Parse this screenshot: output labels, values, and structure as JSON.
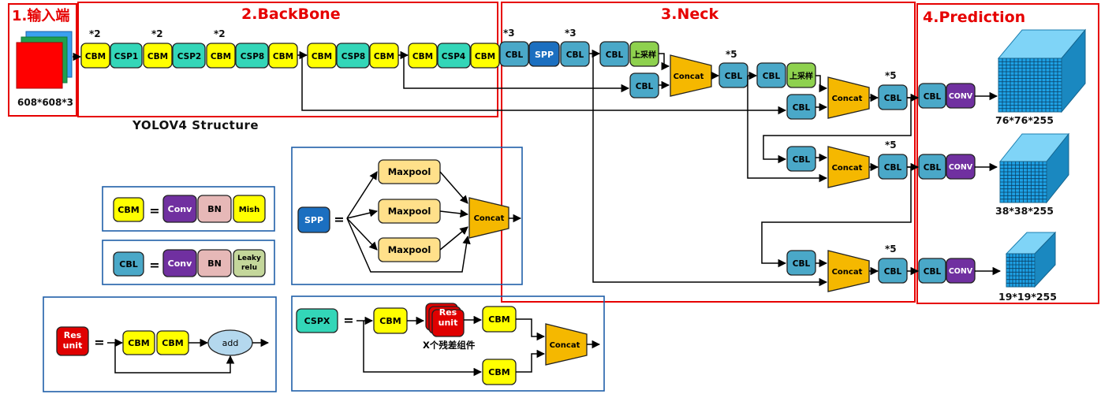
{
  "sections": {
    "input": "1.输入端",
    "backbone": "2.BackBone",
    "neck": "3.Neck",
    "prediction": "4.Prediction"
  },
  "input_size": "608*608*3",
  "caption": "YOLOV4 Structure",
  "blocks": {
    "cbm": "CBM",
    "cbl": "CBL",
    "csp1": "CSP1",
    "csp2": "CSP2",
    "csp8": "CSP8",
    "csp4": "CSP4",
    "spp": "SPP",
    "upsample": "上采样",
    "concat": "Concat",
    "conv": "CONV"
  },
  "multipliers": {
    "x2": "*2",
    "x3": "*3",
    "x5": "*5"
  },
  "outputs": [
    "76*76*255",
    "38*38*255",
    "19*19*255"
  ],
  "legend": {
    "cbm_def": {
      "name": "CBM",
      "eq": "=",
      "parts": [
        "Conv",
        "BN",
        "Mish"
      ]
    },
    "cbl_def": {
      "name": "CBL",
      "eq": "=",
      "parts": [
        "Conv",
        "BN",
        "Leaky relu"
      ]
    },
    "res_def": {
      "name": "Res unit",
      "eq": "=",
      "parts": [
        "CBM",
        "CBM"
      ],
      "add": "add"
    },
    "spp_def": {
      "name": "SPP",
      "eq": "=",
      "pools": [
        "Maxpool",
        "Maxpool",
        "Maxpool"
      ],
      "concat": "Concat"
    },
    "cspx_def": {
      "name": "CSPX",
      "eq": "=",
      "cbm": "CBM",
      "res": "Res unit",
      "note": "X个残差组件",
      "concat": "Concat"
    }
  },
  "colors": {
    "cbm": "#ffff00",
    "csp": "#33d6b8",
    "cbl": "#4aa8c8",
    "spp": "#1b6fc0",
    "upsample": "#8ed14e",
    "concat": "#f5b800",
    "conv": "#7030a0",
    "bn": "#e6b8b7",
    "leaky": "#c4d79b",
    "res": "#e00000",
    "maxpool": "#ffe08a",
    "section_red": "#e60000",
    "frame_blue": "#1f5fa8",
    "cube": "#2aa8e0"
  }
}
